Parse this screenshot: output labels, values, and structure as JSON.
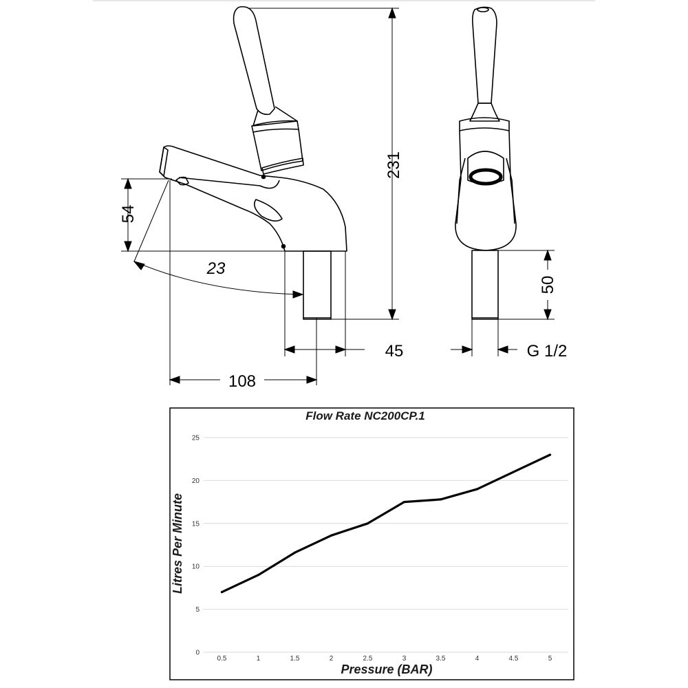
{
  "drawing": {
    "dimensions": {
      "overall_height": "231",
      "spout_height": "54",
      "swing_angle": "23",
      "spout_reach": "108",
      "base_width": "45",
      "shank_length": "50",
      "thread": "G 1/2"
    }
  },
  "chart_data": {
    "type": "line",
    "title": "Flow Rate NC200CP.1",
    "xlabel": "Pressure (BAR)",
    "ylabel": "Litres Per Minute",
    "x": [
      0.5,
      1,
      1.5,
      2,
      2.5,
      3,
      3.5,
      4,
      4.5,
      5
    ],
    "xticks": [
      "0.5",
      "1",
      "1.5",
      "2",
      "2.5",
      "3",
      "3.5",
      "4",
      "4.5",
      "5"
    ],
    "series": [
      {
        "values": [
          7,
          9,
          11.6,
          13.6,
          15,
          17.5,
          17.8,
          19,
          21,
          23
        ]
      }
    ],
    "ylim": [
      0,
      25
    ],
    "yticks": [
      "0",
      "5",
      "10",
      "15",
      "20",
      "25"
    ],
    "grid": true,
    "line_color": "#000000",
    "grid_color": "#d9d9d9"
  }
}
